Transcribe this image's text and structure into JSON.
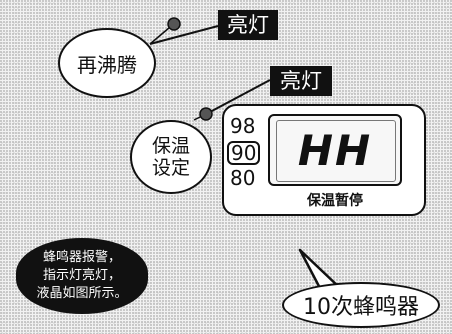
{
  "labels": {
    "light_on_1": "亮灯",
    "light_on_2": "亮灯",
    "reboil": "再沸腾",
    "keep_warm_line1": "保温",
    "keep_warm_line2": "设定",
    "temp_98": "98",
    "temp_90": "90",
    "temp_80": "80",
    "display_text": "HH",
    "pause_label": "保温暂停",
    "note_line1": "蜂鸣器报警，",
    "note_line2": "指示灯亮灯，",
    "note_line3": "液晶如图所示。",
    "buzzer": "10次蜂鸣器"
  }
}
